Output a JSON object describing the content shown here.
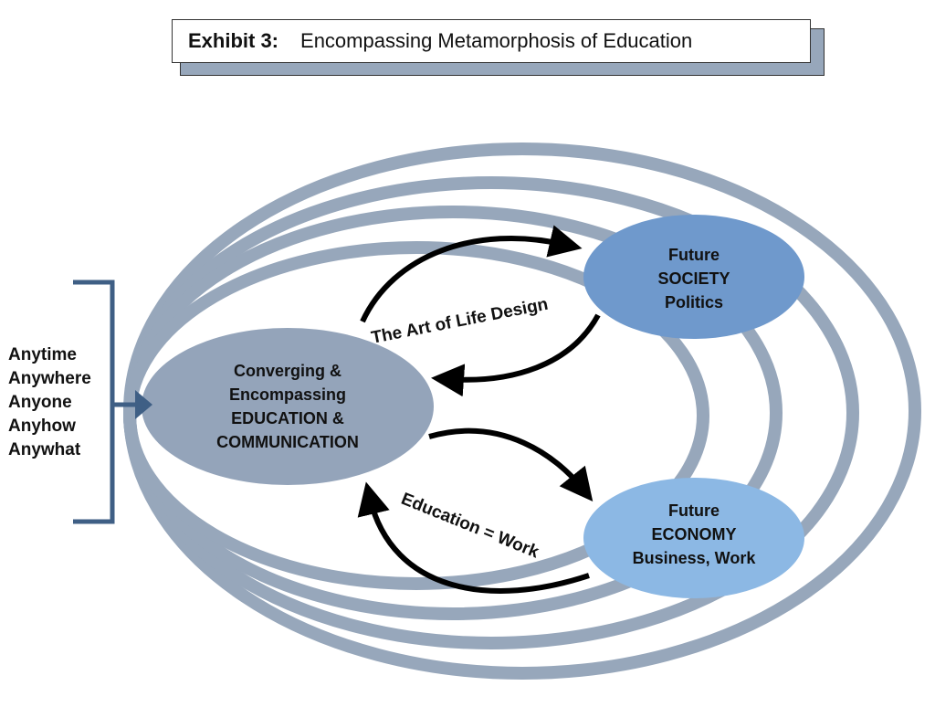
{
  "title": {
    "label": "Exhibit 3:",
    "text": "Encompassing Metamorphosis of Education"
  },
  "colors": {
    "rings": "#97a7bb",
    "center": "#94a4ba",
    "society": "#6f99cc",
    "economy": "#8cb8e4",
    "bracket": "#3f5f85",
    "arrows": "#000000"
  },
  "side_list": [
    "Anytime",
    "Anywhere",
    "Anyone",
    "Anyhow",
    "Anywhat"
  ],
  "nodes": {
    "center": [
      "Converging &",
      "Encompassing",
      "EDUCATION &",
      "COMMUNICATION"
    ],
    "society": [
      "Future",
      "SOCIETY",
      "Politics"
    ],
    "economy": [
      "Future",
      "ECONOMY",
      "Business, Work"
    ]
  },
  "arrow_labels": {
    "top": "The Art of Life Design",
    "bottom": "Education = Work"
  }
}
